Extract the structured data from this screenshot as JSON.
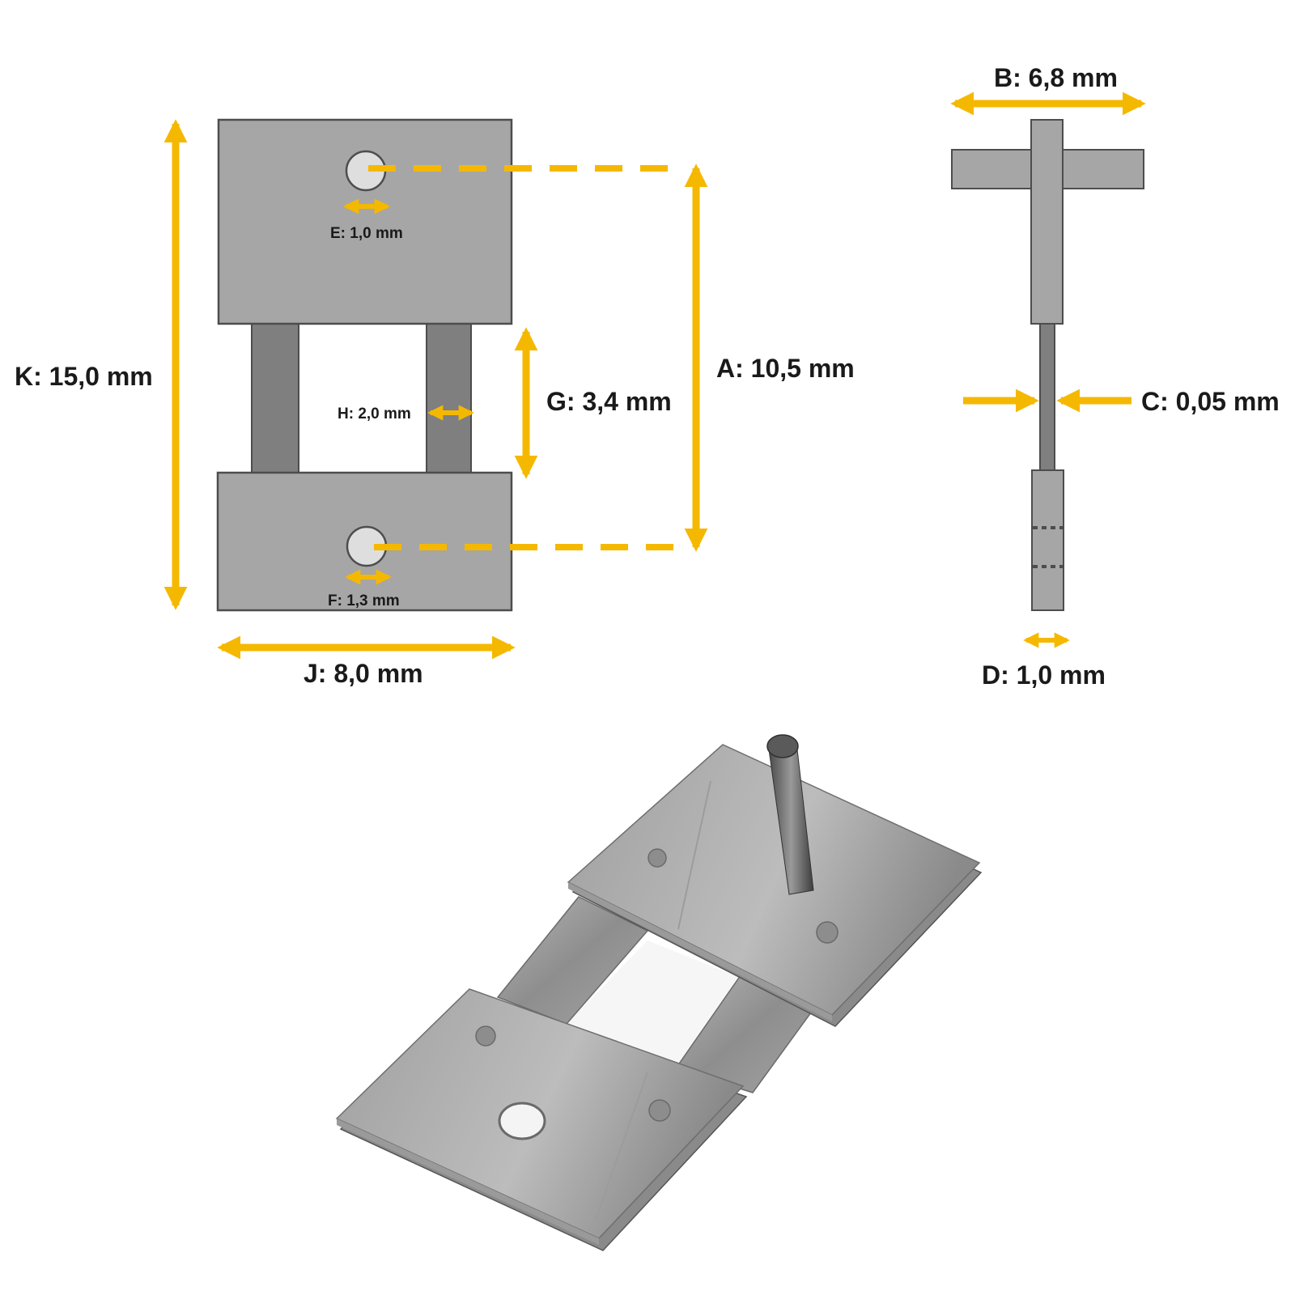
{
  "dimensions": {
    "A": "A: 10,5 mm",
    "B": "B: 6,8 mm",
    "C": "C: 0,05 mm",
    "D": "D: 1,0 mm",
    "E": "E: 1,0 mm",
    "F": "F: 1,3 mm",
    "G": "G: 3,4 mm",
    "H": "H: 2,0 mm",
    "J": "J: 8,0 mm",
    "K": "K: 15,0 mm"
  },
  "colors": {
    "accent": "#f5b800",
    "part_fill": "#a6a6a6",
    "spring_fill": "#7f7f7f",
    "outline": "#4d4d4d",
    "hole_fill": "#dedede"
  }
}
